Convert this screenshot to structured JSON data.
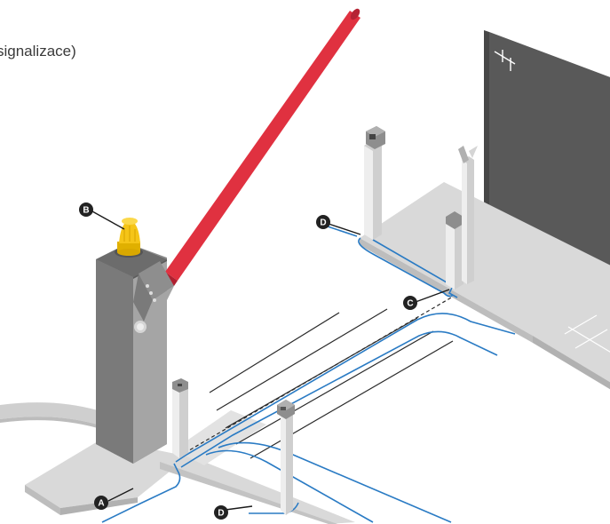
{
  "caption": {
    "line1": "signalizace)",
    "line2": ":"
  },
  "markers": {
    "a": "A",
    "b": "B",
    "c": "C",
    "d1": "D",
    "d2": "D"
  },
  "colors": {
    "boom": "#e03140",
    "lamp": "#f5c518",
    "cable": "#2a7bc4",
    "ground": "#d9d9d9",
    "post": "#8e8e8e",
    "gate": "#595959",
    "marker": "#222222"
  }
}
